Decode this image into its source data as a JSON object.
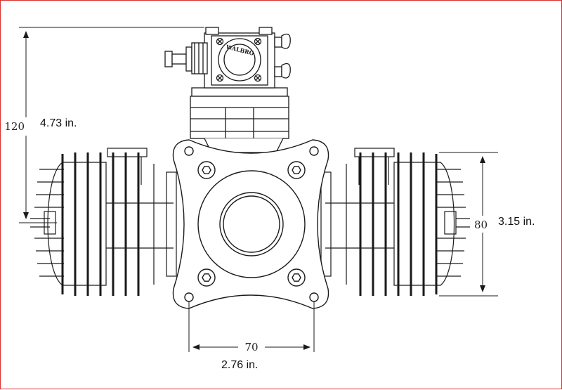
{
  "dimensions": {
    "height": {
      "mm": "120",
      "inches": "4.73 in."
    },
    "width": {
      "mm": "80",
      "inches": "3.15 in."
    },
    "mount": {
      "mm": "70",
      "inches": "2.76 in."
    }
  },
  "carburetor_label": "WALBRO",
  "colors": {
    "frame_border": "#d93030",
    "line": "#1a1a1a",
    "fill": "#ffffff"
  }
}
